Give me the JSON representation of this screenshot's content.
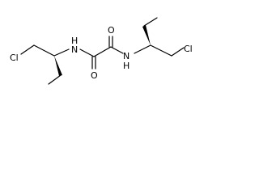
{
  "molecule": {
    "atoms": {
      "cl_left": "Cl",
      "nh_left": "H",
      "n_left": "N",
      "o_lower": "O",
      "o_upper": "O",
      "n_right": "N",
      "nh_right": "H",
      "cl_right": "Cl"
    },
    "colors": {
      "ink": "#000000",
      "background": "#ffffff"
    }
  }
}
